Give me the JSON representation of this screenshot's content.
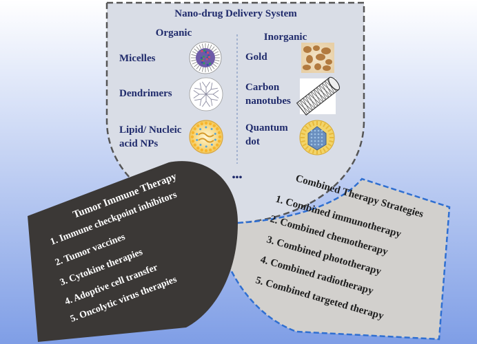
{
  "colors": {
    "bg_top": "#ffffff",
    "bg_bottom": "#7f9ee6",
    "nano_fill": "#d9dde6",
    "nano_text": "#1f2a6b",
    "tumor_fill": "#3b3836",
    "tumor_text": "#ffffff",
    "combined_fill": "#d2d0cd",
    "combined_border": "#2f6fd1",
    "combined_text": "#1e1e1e"
  },
  "nano": {
    "title": "Nano-drug Delivery System",
    "organic": {
      "heading": "Organic",
      "items": [
        {
          "line1": "Micelles",
          "line2": "",
          "icon": "micelle-icon"
        },
        {
          "line1": "Dendrimers",
          "line2": "",
          "icon": "dendrimer-icon"
        },
        {
          "line1": "Lipid/ Nucleic",
          "line2": "acid NPs",
          "icon": "lipid-np-icon"
        }
      ]
    },
    "inorganic": {
      "heading": "Inorganic",
      "items": [
        {
          "line1": "Gold",
          "line2": "",
          "icon": "gold-nanoparticle-icon"
        },
        {
          "line1": "Carbon",
          "line2": "nanotubes",
          "icon": "carbon-nanotube-icon"
        },
        {
          "line1": "Quantum",
          "line2": "dot",
          "icon": "quantum-dot-icon"
        }
      ]
    },
    "ellipsis": "•••"
  },
  "tumor": {
    "title": "Tumor Immune Therapy",
    "items": [
      "1. Immune checkpoint inhibitors",
      "2. Tumor vaccines",
      "3. Cytokine therapies",
      "4. Adoptive cell transfer",
      "5. Oncolytic virus therapies"
    ]
  },
  "combined": {
    "title": "Combined Therapy Strategies",
    "items": [
      "1.  Combined immunotherapy",
      "2.  Combined chemotherapy",
      "3.  Combined phototherapy",
      "4.  Combined radiotherapy",
      "5.  Combined targeted therapy"
    ]
  }
}
